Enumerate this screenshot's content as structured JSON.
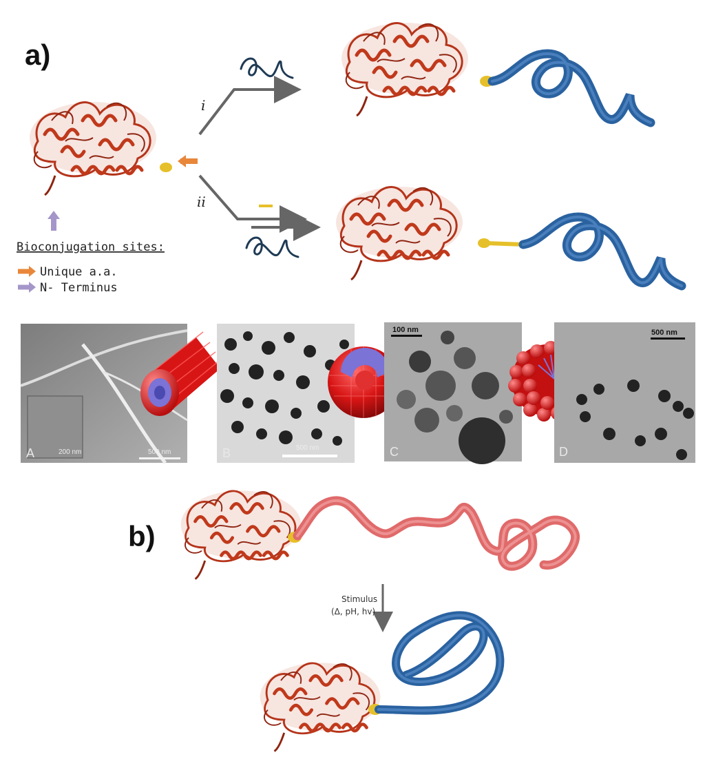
{
  "panels": {
    "a_label": "a)",
    "b_label": "b)"
  },
  "routes": {
    "i_label": "i",
    "ii_label": "ii"
  },
  "legend": {
    "title": "Bioconjugation sites:",
    "item_1": "Unique a.a.",
    "item_2": "N- Terminus",
    "item_1_color": "#e8873a",
    "item_2_color": "#a596c9"
  },
  "micrographs": {
    "A_letter": "A",
    "A_inset_scale": "200 nm",
    "A_scale": "500 nm",
    "B_letter": "B",
    "B_scale": "500 nm",
    "C_letter": "C",
    "C_scale": "100 nm",
    "D_letter": "D",
    "D_scale": "500 nm"
  },
  "stimulus": {
    "title": "Stimulus",
    "conditions": "(Δ, pH, hv)"
  },
  "colors": {
    "protein": "#c0391b",
    "linker": "#e6c02a",
    "polymer_blue": "#2a62a0",
    "polymer_pink": "#e06a6a",
    "arrow": "#666666"
  }
}
